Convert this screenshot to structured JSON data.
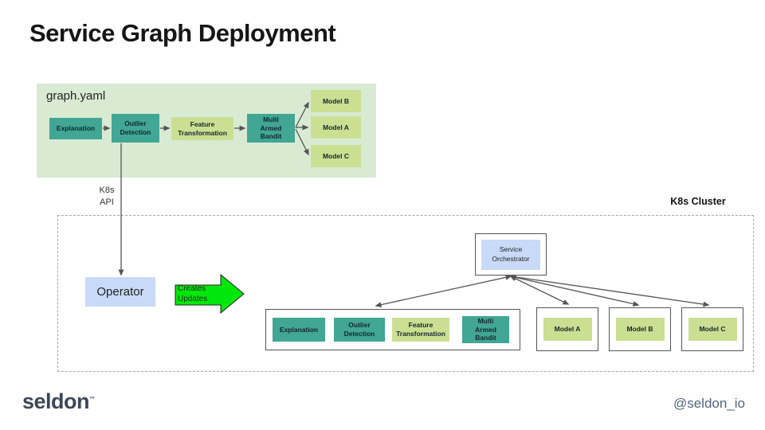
{
  "slide": {
    "title": "Service Graph Deployment"
  },
  "graph_yaml": {
    "title": "graph.yaml",
    "explanation": "Explanation",
    "outlier_detection": "Outlier\nDetection",
    "feature_transformation": "Feature\nTransformation",
    "multi_armed_bandit": "Multi\nArmed\nBandit",
    "model_b": "Model B",
    "model_a": "Model A",
    "model_c": "Model C"
  },
  "k8s_api": "K8s\nAPI",
  "cluster": {
    "label": "K8s Cluster",
    "operator": "Operator",
    "creates_updates": "Creates\nUpdates",
    "service_orchestrator": "Service\nOrchestrator",
    "explanation": "Explanation",
    "outlier_detection": "Outlier\nDetection",
    "feature_transformation": "Feature\nTransformation",
    "multi_armed_bandit": "Multi\nArmed\nBandit",
    "model_a": "Model A",
    "model_b": "Model B",
    "model_c": "Model C"
  },
  "footer": {
    "logo": "seldon",
    "logo_mark": "™",
    "handle": "@seldon_io"
  },
  "colors": {
    "teal": "#41a693",
    "light_green": "#cbdf93",
    "panel_green": "#d9ead3",
    "light_blue": "#c9daf8",
    "arrow_green": "#00e70c",
    "logo_navy": "#3d4657",
    "handle_slate": "#50657d"
  }
}
